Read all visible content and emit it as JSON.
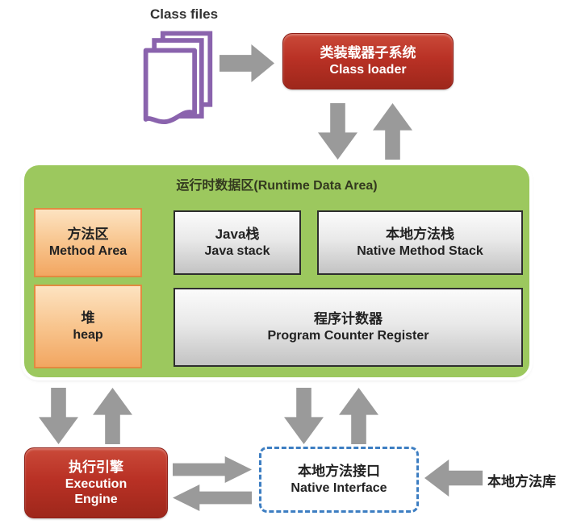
{
  "diagram": {
    "class_files_label": "Class files",
    "class_loader": {
      "title_zh": "类装载器子系统",
      "title_en": "Class loader"
    },
    "runtime_area": {
      "title": "运行时数据区(Runtime Data Area)",
      "method_area": {
        "zh": "方法区",
        "en": "Method Area"
      },
      "java_stack": {
        "zh": "Java栈",
        "en": "Java stack"
      },
      "native_method_stack": {
        "zh": "本地方法栈",
        "en": "Native Method Stack"
      },
      "heap": {
        "zh": "堆",
        "en": "heap"
      },
      "program_counter": {
        "zh": "程序计数器",
        "en": "Program Counter Register"
      }
    },
    "execution_engine": {
      "zh": "执行引擎",
      "en_line1": "Execution",
      "en_line2": "Engine"
    },
    "native_interface": {
      "zh": "本地方法接口",
      "en": "Native Interface"
    },
    "native_library_label": "本地方法库"
  },
  "colors": {
    "red_box": "#b93125",
    "green_area": "#9cc85e",
    "orange_box": "#f2a661",
    "orange_border": "#e18a41",
    "gray_box_border": "#2e2e2e",
    "arrow_gray": "#9a9a9a",
    "dashed_blue": "#3d7ec2",
    "purple_icon": "#8a63ad"
  },
  "icons": {
    "class_files_icon": "document-stack",
    "flow_arrows": "block-arrow"
  }
}
